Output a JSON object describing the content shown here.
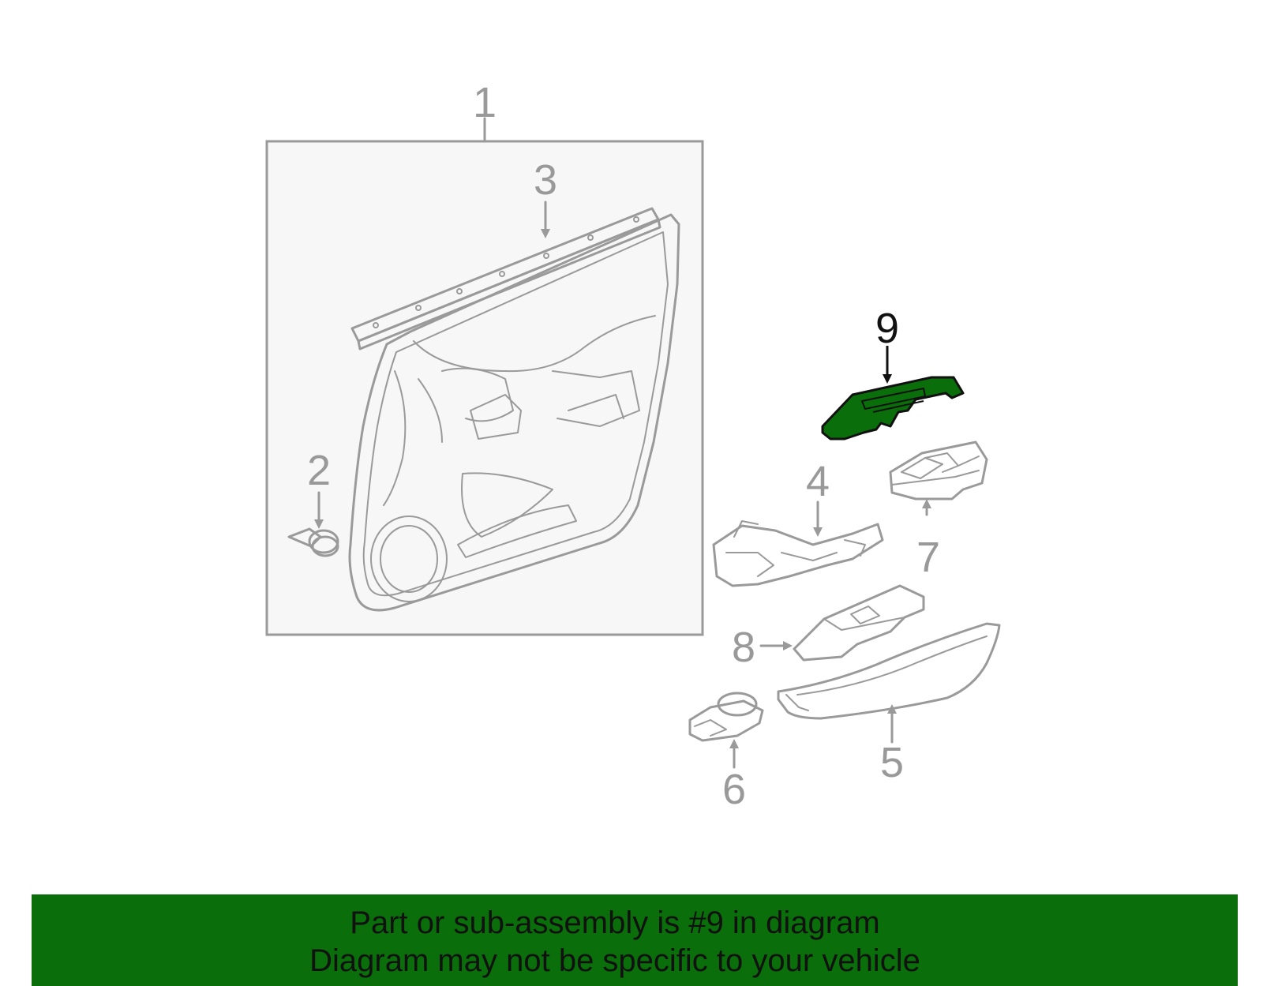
{
  "diagram": {
    "callouts": [
      {
        "id": "1",
        "label": "1"
      },
      {
        "id": "2",
        "label": "2"
      },
      {
        "id": "3",
        "label": "3"
      },
      {
        "id": "4",
        "label": "4"
      },
      {
        "id": "5",
        "label": "5"
      },
      {
        "id": "6",
        "label": "6"
      },
      {
        "id": "7",
        "label": "7"
      },
      {
        "id": "8",
        "label": "8"
      },
      {
        "id": "9",
        "label": "9"
      }
    ],
    "highlighted_part": "9",
    "colors": {
      "highlight": "#0a6e0a",
      "line": "#9a9a9a",
      "panel_fill": "#f7f7f7",
      "banner": "#0a6e0a"
    }
  },
  "banner": {
    "line1": "Part or sub-assembly is #9 in diagram",
    "line2": "Diagram may not be specific to your vehicle"
  }
}
